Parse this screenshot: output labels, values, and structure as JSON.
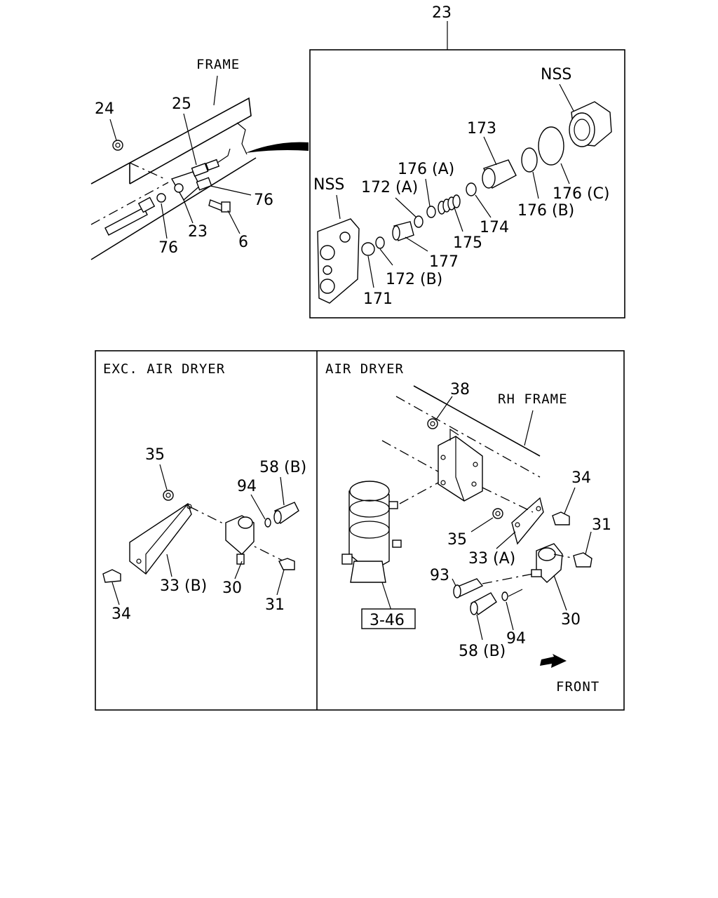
{
  "top": {
    "frame_caption": "FRAME",
    "callouts": {
      "n24": "24",
      "n25": "25",
      "n76a": "76",
      "n76b": "76",
      "n23": "23",
      "n6": "6",
      "n23top": "23"
    },
    "detail": {
      "nss_left": "NSS",
      "nss_right": "NSS",
      "n173": "173",
      "n176a": "176 (A)",
      "n172a": "172 (A)",
      "n176c": "176 (C)",
      "n176b": "176 (B)",
      "n174": "174",
      "n175": "175",
      "n177": "177",
      "n172b": "172 (B)",
      "n171": "171"
    }
  },
  "left_panel": {
    "title": "EXC. AIR DRYER",
    "callouts": {
      "n35": "35",
      "n58b": "58 (B)",
      "n94": "94",
      "n33b": "33 (B)",
      "n30": "30",
      "n31": "31",
      "n34": "34"
    }
  },
  "right_panel": {
    "title": "AIR DRYER",
    "frame_caption": "RH FRAME",
    "ref_box": "3-46",
    "front_label": "FRONT",
    "callouts": {
      "n38": "38",
      "n34": "34",
      "n31": "31",
      "n35": "35",
      "n33a": "33 (A)",
      "n93": "93",
      "n30": "30",
      "n94": "94",
      "n58b": "58 (B)"
    }
  }
}
